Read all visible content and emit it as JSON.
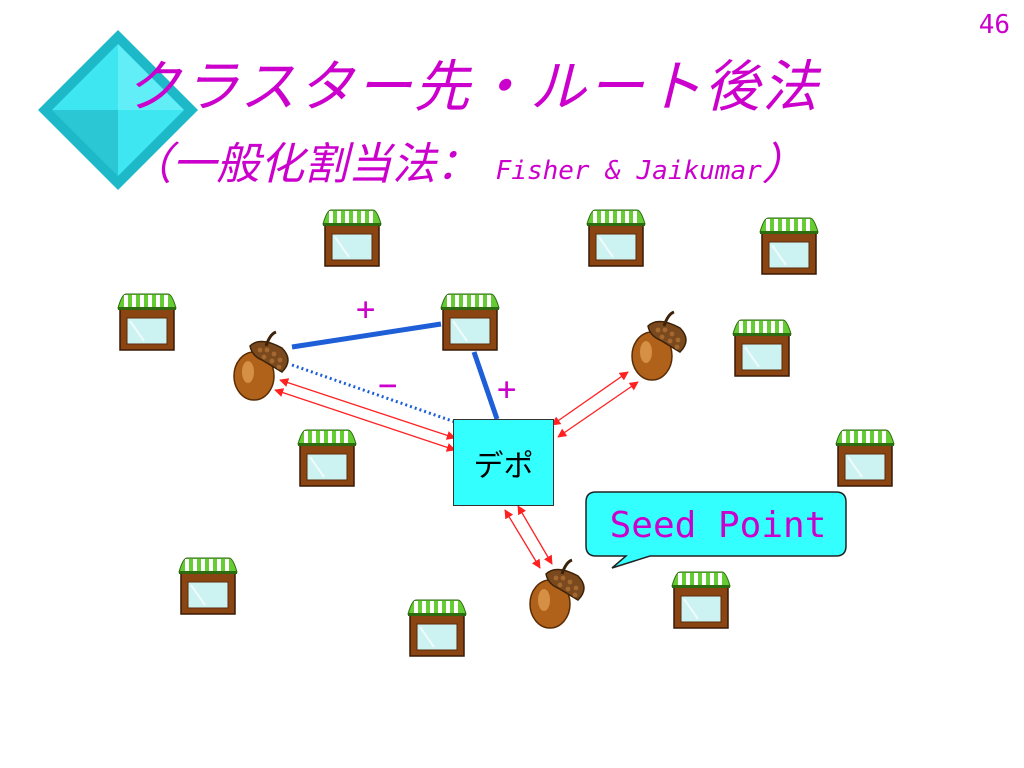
{
  "slide": {
    "number": "46"
  },
  "title": {
    "line1": "クラスター先・ルート後法",
    "line2_main": "（一般化割当法：",
    "line2_sub": " Fisher & Jaikumar",
    "line2_close": "）"
  },
  "diagram": {
    "depot_label": "デポ",
    "callout_text": "Seed Point",
    "signs": {
      "plus_top": "+",
      "minus": "−",
      "plus_right": "+"
    },
    "colors": {
      "title": "#cc00cc",
      "depot_fill": "#33ffff",
      "edge_blue": "#1e5fd8",
      "arrow_red": "#ff2020",
      "diamond": "#3ee6f2"
    }
  }
}
